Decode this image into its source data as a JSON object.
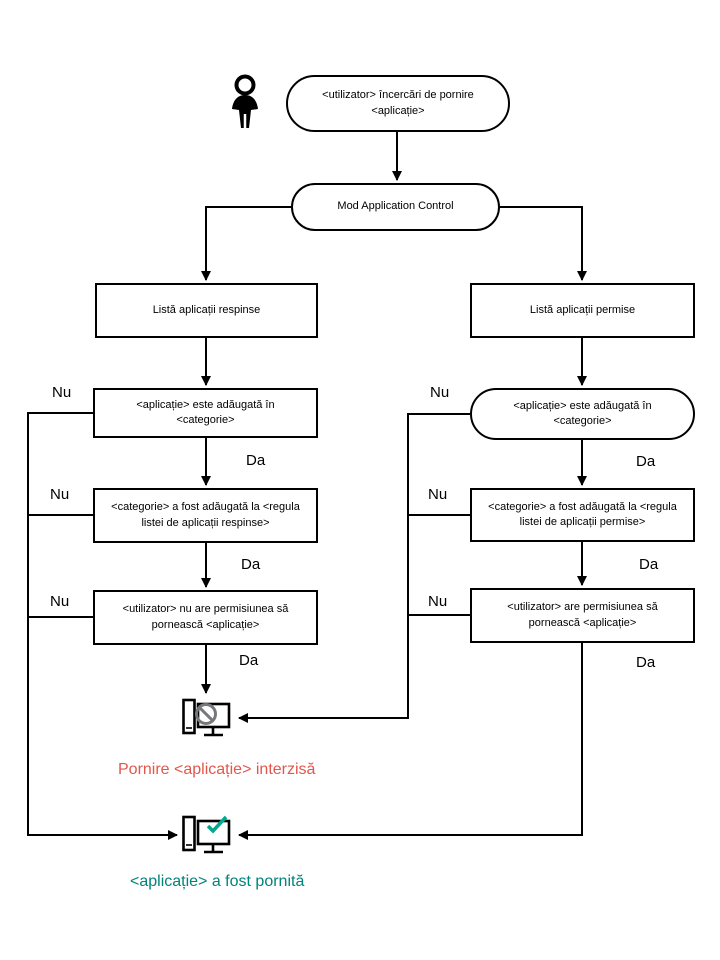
{
  "labels": {
    "nu": "Nu",
    "da": "Da"
  },
  "nodes": {
    "start": "<utilizator> încercări de pornire <aplicație>",
    "mode": "Mod Application Control",
    "deny_list": "Listă aplicații respinse",
    "allow_list": "Listă aplicații permise",
    "deny_category": "<aplicație>  este adăugată în  <categorie>",
    "allow_category": "<aplicație>  este adăugată în  <categorie>",
    "deny_rule": "<categorie> a fost adăugată la <regula listei de aplicații respinse>",
    "allow_rule": "<categorie> a fost adăugată la <regula listei de aplicații permise>",
    "deny_permission": "<utilizator> nu are permisiunea să pornească <aplicație>",
    "allow_permission": "<utilizator> are permisiunea să pornească <aplicație>"
  },
  "results": {
    "denied": "Pornire <aplicație> interzisă",
    "started": "<aplicație> a fost pornită"
  },
  "colors": {
    "denied_text": "#e2574c",
    "started_text": "#00837a",
    "check_icon": "#00a88e",
    "prohibit_icon": "#77787b",
    "line": "#000000"
  }
}
